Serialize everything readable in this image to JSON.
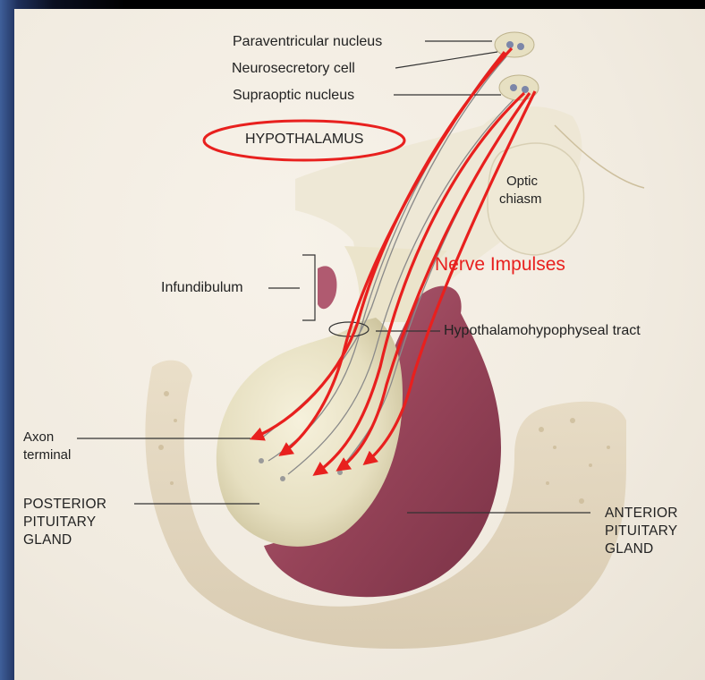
{
  "labels": {
    "paraventricular": "Paraventricular nucleus",
    "neurosecretory": "Neurosecretory cell",
    "supraoptic": "Supraoptic nucleus",
    "hypothalamus": "HYPOTHALAMUS",
    "optic_chiasm_1": "Optic",
    "optic_chiasm_2": "chiasm",
    "infundibulum": "Infundibulum",
    "nerve_impulses": "Nerve Impulses",
    "tract": "Hypothalamohypophyseal tract",
    "axon_1": "Axon",
    "axon_2": "terminal",
    "posterior_1": "POSTERIOR",
    "posterior_2": "PITUITARY",
    "posterior_3": "GLAND",
    "anterior_1": "ANTERIOR",
    "anterior_2": "PITUITARY",
    "anterior_3": "GLAND"
  },
  "colors": {
    "annotation_red": "#e8201e",
    "posterior_lobe": "#ece6c9",
    "anterior_lobe": "#9a4a60",
    "bone": "#ddcfb6",
    "background": "#f1ebe0"
  }
}
